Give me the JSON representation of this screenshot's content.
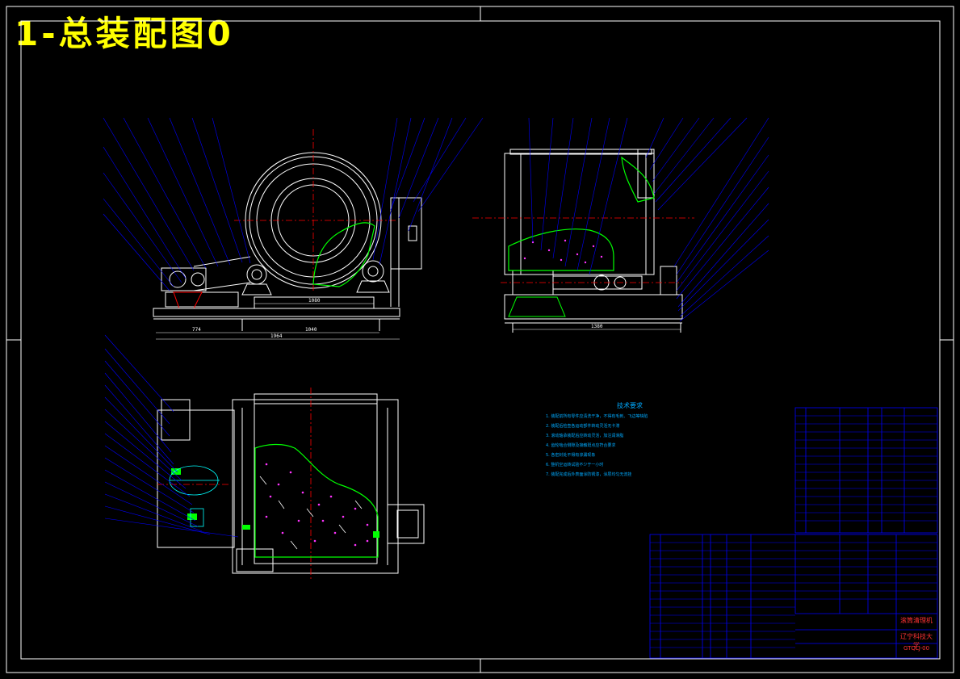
{
  "drawing": {
    "title": "1-总装配图0"
  },
  "technical_requirements": {
    "heading": "技术要求",
    "items": [
      "1. 装配前所有零件应清洗干净，不得有毛刺、飞边等缺陷",
      "2. 装配后检查各运动部件转动灵活无卡滞",
      "3. 滚动轴承装配后应转动灵活，加注润滑脂",
      "4. 齿轮啮合侧隙及接触斑点应符合要求",
      "5. 各密封处不得有渗漏现象",
      "6. 整机空运转试验不少于一小时",
      "7. 装配完成后外表面涂防锈漆，涂层均匀无流挂"
    ]
  },
  "dimensions": {
    "front_overall": "1964",
    "front_left": "774",
    "front_right": "1040",
    "front_inner": "1080",
    "side_overall": "1380"
  },
  "title_block": {
    "name": "滚筒清理机",
    "school": "辽宁科技大学",
    "code": "GTQLJ-00"
  },
  "colors": {
    "title": "#ffff00",
    "outline": "#ffffff",
    "leader": "#0000ff",
    "centerline": "#ff0000",
    "section": "#00ff00",
    "annotation": "#00aaff",
    "marks": "#ff33ff"
  }
}
